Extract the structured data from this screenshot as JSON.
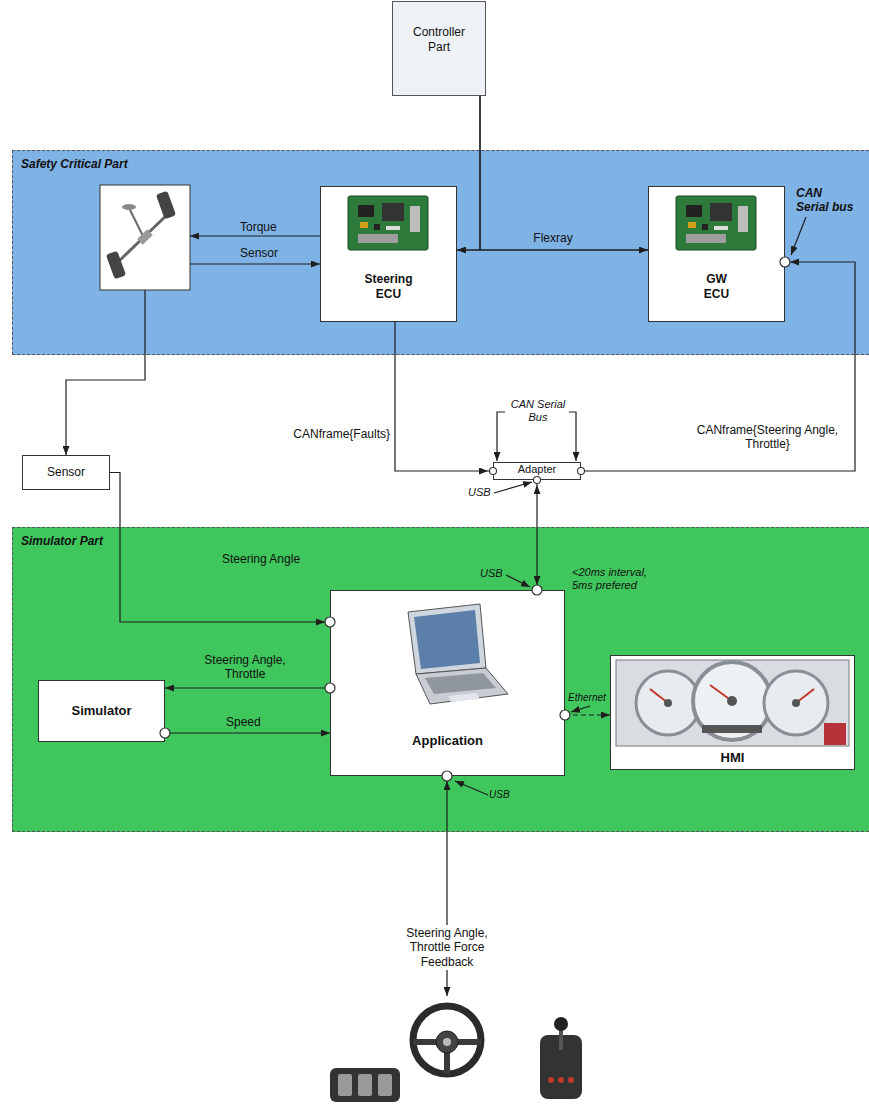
{
  "diagram": {
    "nodes": [
      {
        "text": [
          "Controller Part"
        ]
      },
      {
        "text": [
          "Safety Critical Part"
        ]
      },
      {
        "text": [
          "Steering ECU"
        ],
        "in": 1
      },
      {
        "text": [
          "GW ECU"
        ],
        "in": 1
      },
      {
        "text": [
          "Sensor"
        ]
      },
      {
        "text": [
          "Adapter"
        ]
      },
      {
        "text": [
          "Simulator Part"
        ]
      },
      {
        "text": [
          "Application"
        ],
        "in": 6
      },
      {
        "text": [
          "Simulator"
        ],
        "in": 6
      },
      {
        "text": [
          "HMI"
        ],
        "in": 6
      }
    ],
    "edges": [
      {
        "from": 2,
        "to": 3,
        "label": "Flexray",
        "arrow": "none"
      },
      {
        "from": 0,
        "to": 2,
        "arrow": "to"
      },
      {
        "from": 0,
        "to": 3,
        "arrow": "to"
      },
      {
        "from": 2,
        "to": 5,
        "label": "CANframe{Faults}",
        "arrow": "to"
      },
      {
        "from": 5,
        "to": 3,
        "label": "CANframe{Steering Angle, Throttle}",
        "arrow": "to"
      },
      {
        "from": 4,
        "to": 7,
        "label": "Steering Angle",
        "arrow": "to"
      },
      {
        "from": 5,
        "to": 7,
        "arrow": "both"
      },
      {
        "from": 7,
        "to": 8,
        "label": "Steering Angle, Throttle",
        "arrow": "to"
      },
      {
        "from": 8,
        "to": 7,
        "label": "Speed",
        "arrow": "to"
      },
      {
        "from": 7,
        "to": 9,
        "arrow": "to"
      }
    ],
    "labels": [
      "Torque",
      "Sensor",
      "CAN Serial bus",
      "CAN Serial Bus",
      "USB",
      "USB",
      "<20ms interval, 5ms prefered",
      "Ethernet",
      "USB",
      "Steering Angle, Throttle Force Feedback"
    ]
  }
}
